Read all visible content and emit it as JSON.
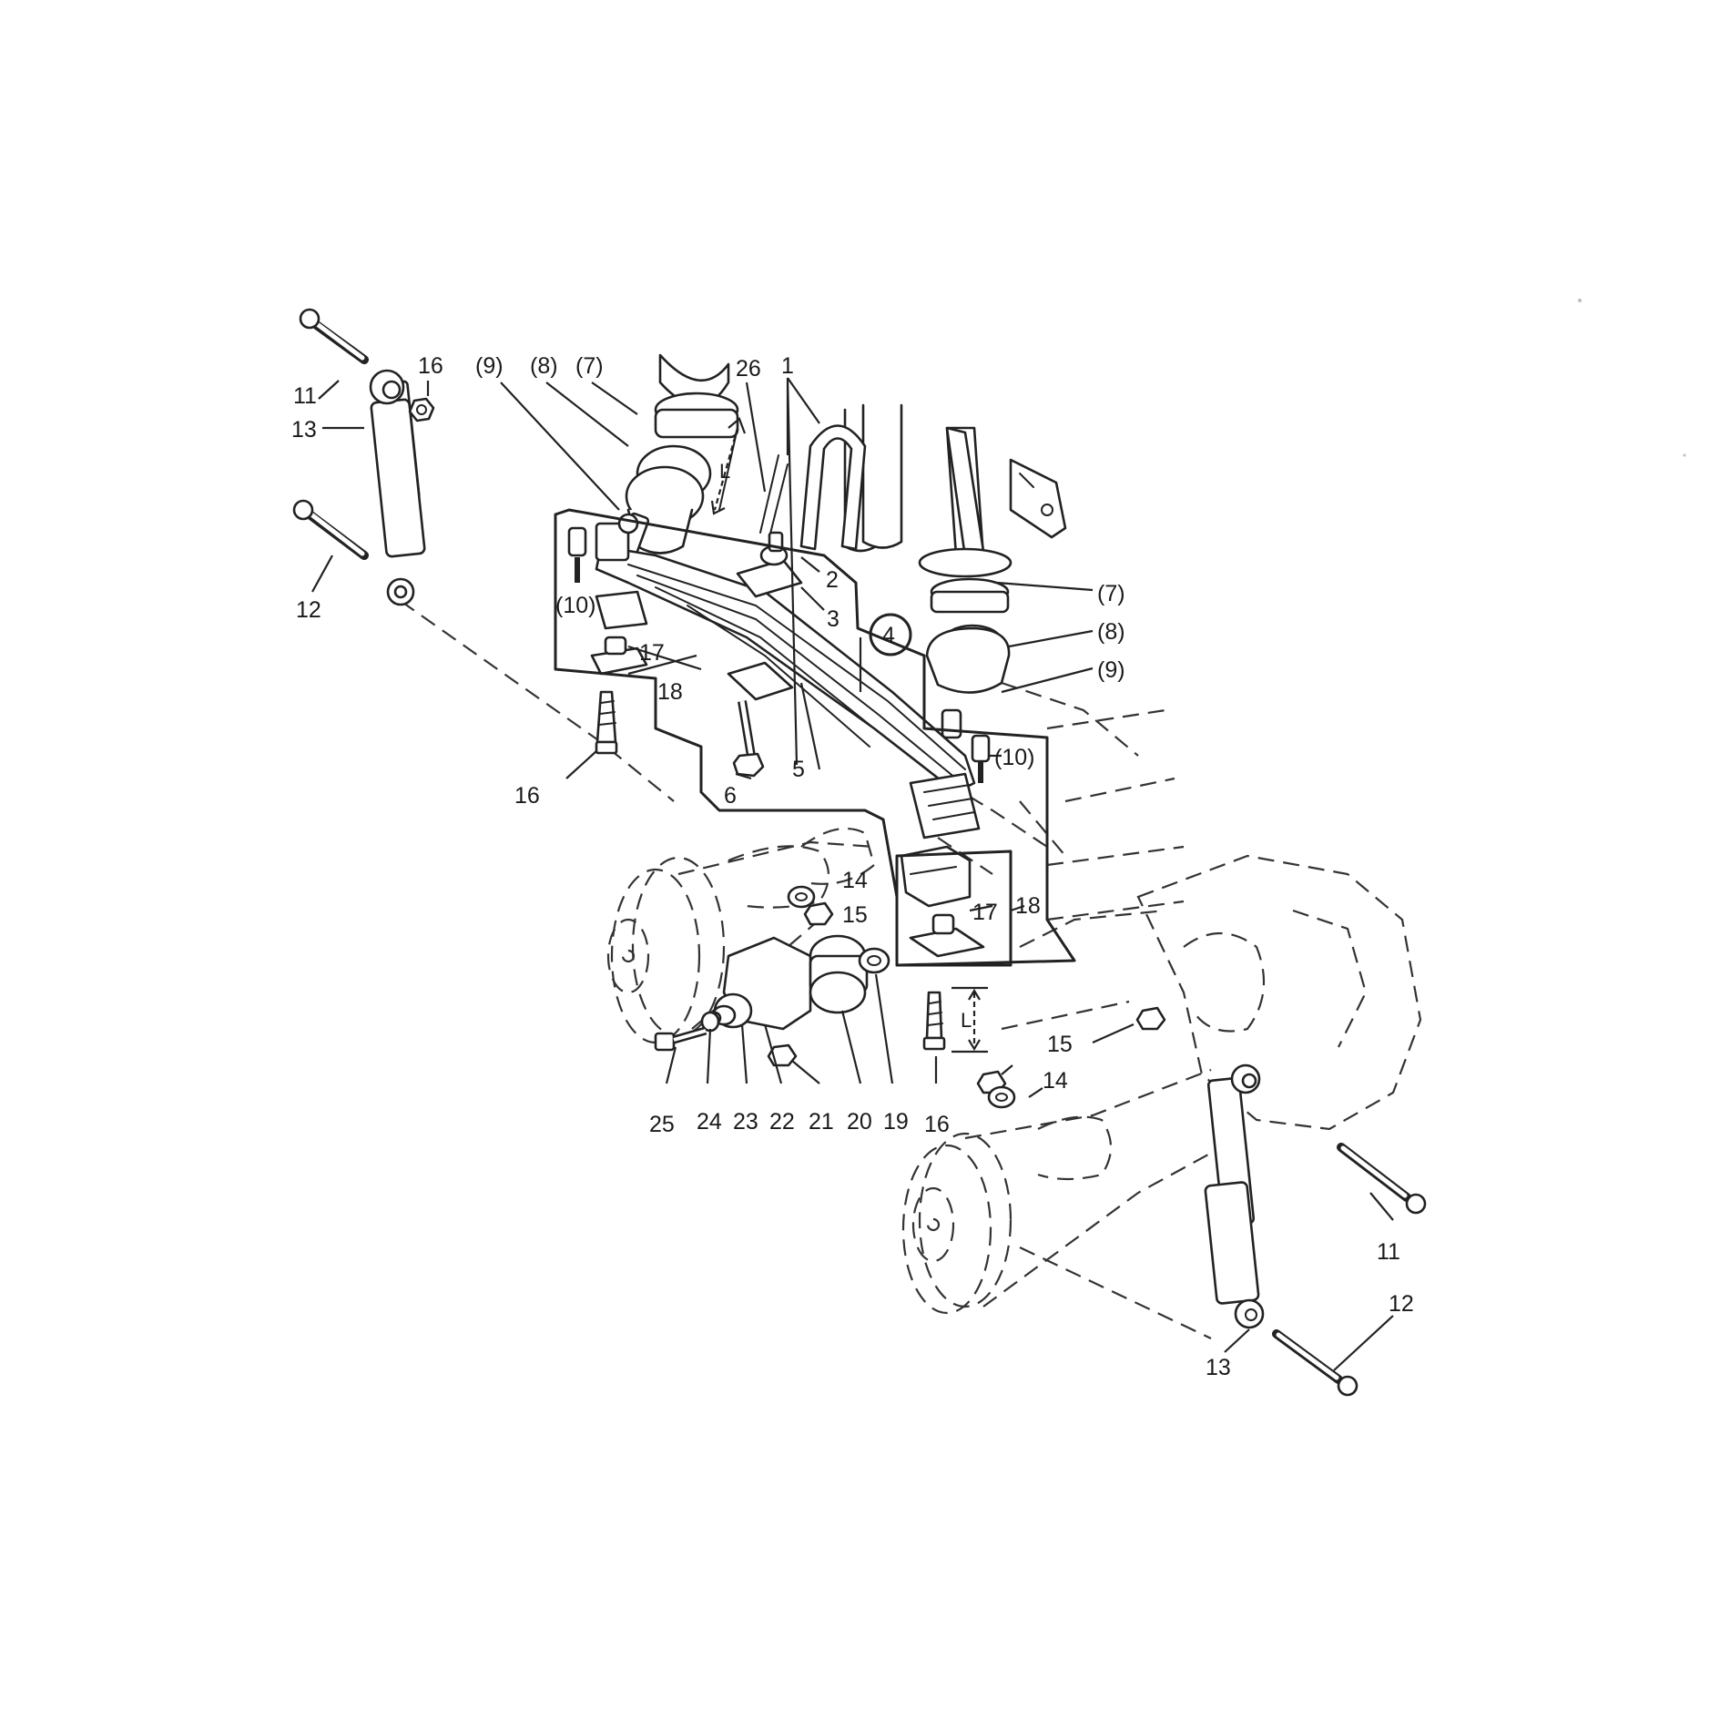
{
  "diagram": {
    "type": "exploded-parts-view",
    "colors": {
      "ink": "#222222",
      "background": "#ffffff"
    },
    "callouts": {
      "c11a": "11",
      "c16a": "16",
      "c13a": "13",
      "c12a": "12",
      "c9a": "(9)",
      "c8a": "(8)",
      "c7a": "(7)",
      "c26": "26",
      "c1": "1",
      "c2": "2",
      "c3": "3",
      "c4": "4",
      "c10a": "(10)",
      "c17a": "17",
      "c18a": "18",
      "c7b": "(7)",
      "c8b": "(8)",
      "c9b": "(9)",
      "c10b": "(10)",
      "c16b": "16",
      "c6": "6",
      "c5": "5",
      "c14a": "14",
      "c15a": "15",
      "c17b": "17",
      "c18b": "18",
      "c25": "25",
      "c24": "24",
      "c23": "23",
      "c22": "22",
      "c21": "21",
      "c20": "20",
      "c19": "19",
      "c16c": "16",
      "c15b": "15",
      "c14b": "14",
      "c11b": "11",
      "c12b": "12",
      "c13b": "13"
    },
    "dimension_label": "L"
  }
}
